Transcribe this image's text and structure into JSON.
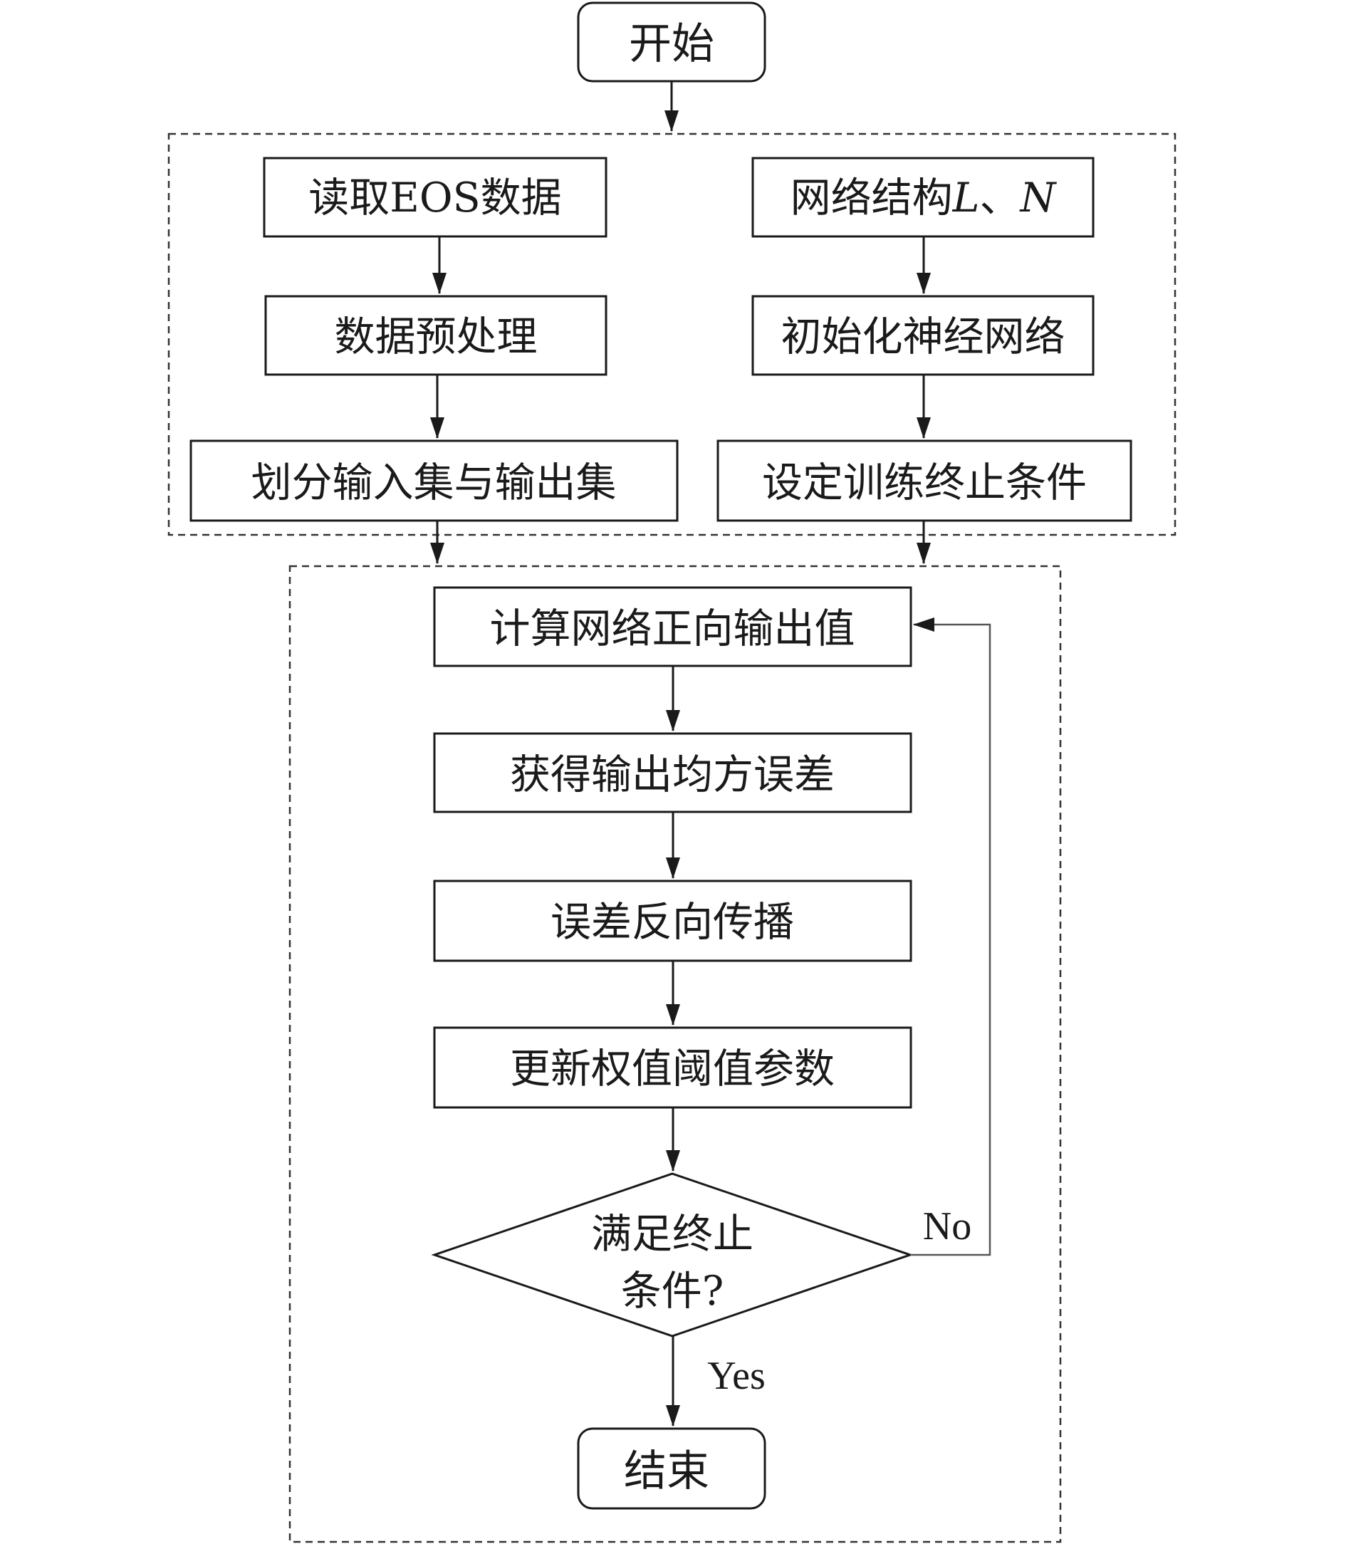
{
  "nodes": {
    "start": "开始",
    "read_eos": "读取EOS数据",
    "preprocess": "数据预处理",
    "split_sets": "划分输入集与输出集",
    "net_structure_prefix": "网络结构",
    "net_structure_L": "L",
    "net_structure_sep": "、",
    "net_structure_N": "N",
    "init_network": "初始化神经网络",
    "set_stop_condition": "设定训练终止条件",
    "forward_output": "计算网络正向输出值",
    "mse": "获得输出均方误差",
    "backprop": "误差反向传播",
    "update_params": "更新权值阈值参数",
    "decision_line1": "满足终止",
    "decision_line2": "条件?",
    "end": "结束"
  },
  "edges": {
    "no_label": "No",
    "yes_label": "Yes"
  },
  "colors": {
    "stroke": "#1a1a1a",
    "group_stroke": "#333333",
    "background": "#ffffff"
  }
}
